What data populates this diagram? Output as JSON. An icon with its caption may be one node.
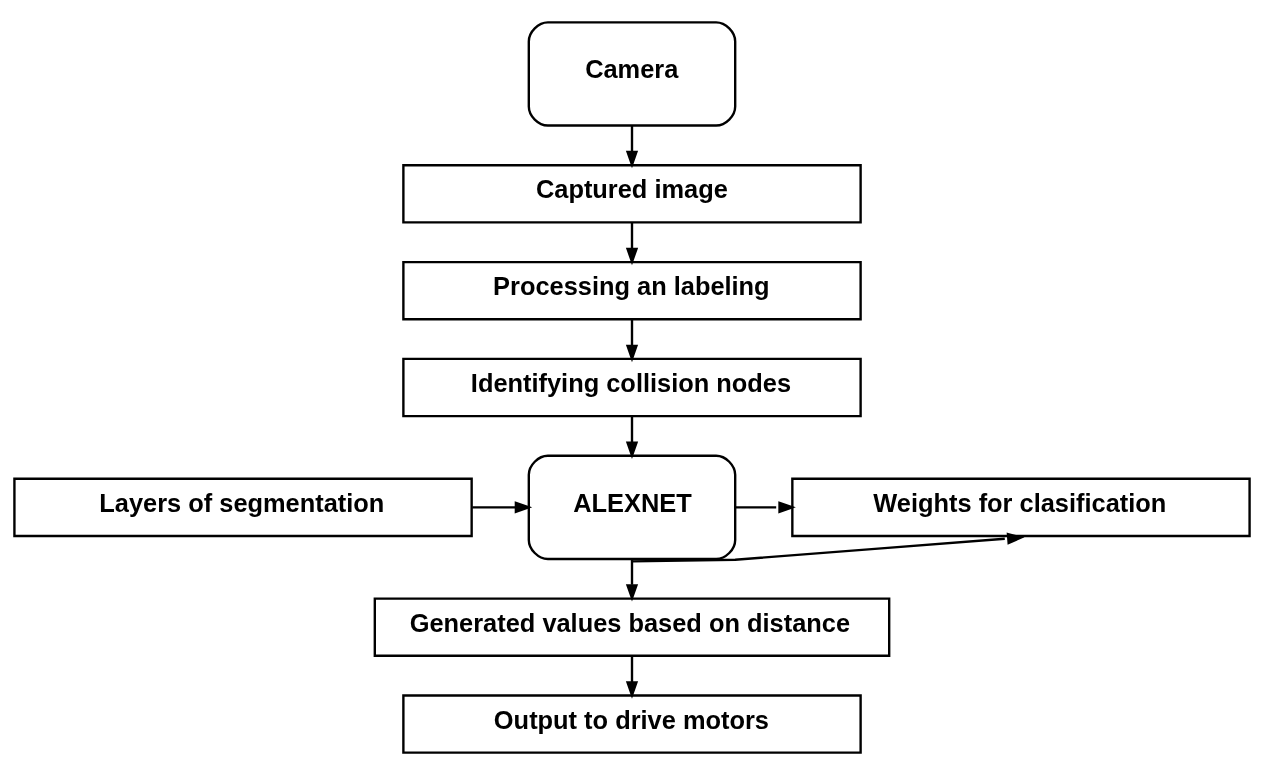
{
  "diagram": {
    "nodes": [
      {
        "text": [
          "Camera"
        ]
      },
      {
        "text": [
          "Captured image"
        ]
      },
      {
        "text": [
          "Processing an labeling"
        ]
      },
      {
        "text": [
          "Identifying collision nodes"
        ]
      },
      {
        "text": [
          "Layers of segmentation"
        ]
      },
      {
        "text": [
          "ALEXNET"
        ]
      },
      {
        "text": [
          "Weights for clasification"
        ]
      },
      {
        "text": [
          "Generated values based on distance"
        ]
      },
      {
        "text": [
          "Output to drive motors"
        ]
      }
    ],
    "edges": [
      {
        "from": 0,
        "to": 1,
        "arrow": "to"
      },
      {
        "from": 1,
        "to": 2,
        "arrow": "to"
      },
      {
        "from": 2,
        "to": 3,
        "arrow": "to"
      },
      {
        "from": 3,
        "to": 5,
        "arrow": "to"
      },
      {
        "from": 4,
        "to": 5,
        "arrow": "to"
      },
      {
        "from": 5,
        "to": 6,
        "arrow": "to"
      },
      {
        "from": 5,
        "to": 7,
        "arrow": "to"
      },
      {
        "from": 5,
        "to": 6,
        "arrow": "to"
      },
      {
        "from": 7,
        "to": 8,
        "arrow": "to"
      }
    ]
  }
}
